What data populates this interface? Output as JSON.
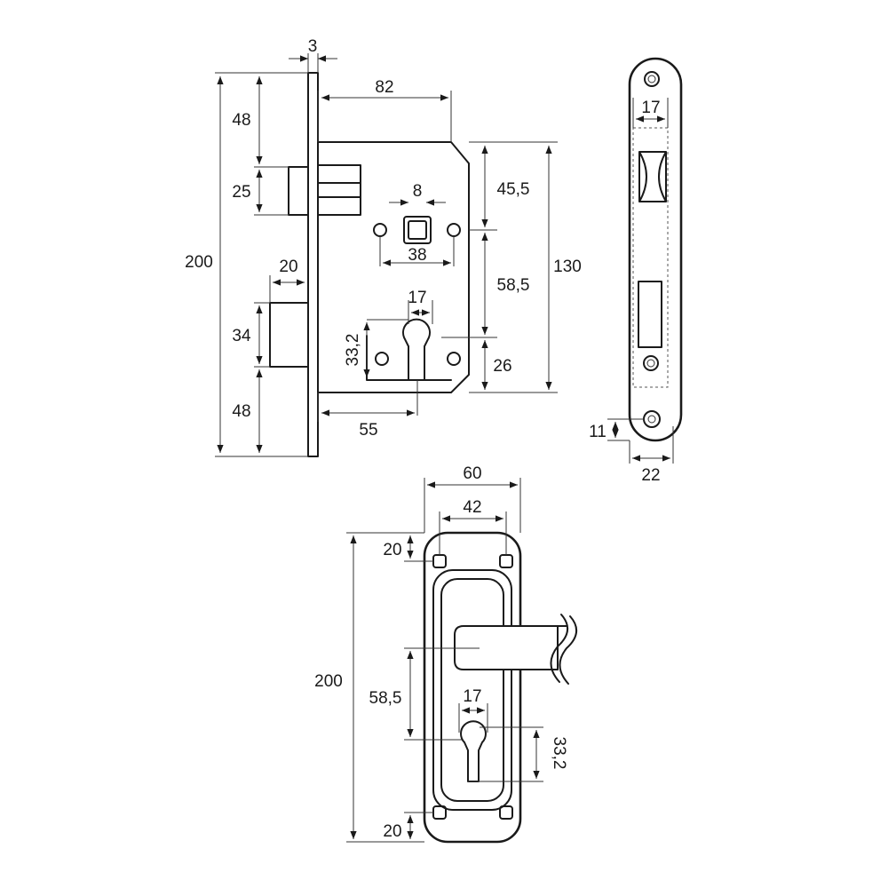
{
  "colors": {
    "line": "#1a1a1a",
    "background": "#ffffff"
  },
  "mortise_lock": {
    "faceplate_thickness": "3",
    "backset_depth": "82",
    "faceplate_to_latch_top": "48",
    "latch_height": "25",
    "total_height": "200",
    "deadbolt_projection": "20",
    "deadbolt_height": "34",
    "deadbolt_to_bottom": "48",
    "spindle_square": "8",
    "screw_spacing": "38",
    "body_top_to_spindle": "45,5",
    "spindle_to_cylinder": "58,5",
    "body_height": "130",
    "cylinder_width": "17",
    "cylinder_height": "33,2",
    "cylinder_to_body_bottom": "26",
    "backset": "55"
  },
  "faceplate": {
    "slot_width": "17",
    "screw_offset": "11",
    "plate_width": "22"
  },
  "handle_plate": {
    "plate_width": "60",
    "hole_spacing": "42",
    "top_hole_offset": "20",
    "total_height": "200",
    "handle_to_cylinder": "58,5",
    "cylinder_width": "17",
    "cylinder_height": "33,2",
    "bottom_hole_offset": "20"
  }
}
